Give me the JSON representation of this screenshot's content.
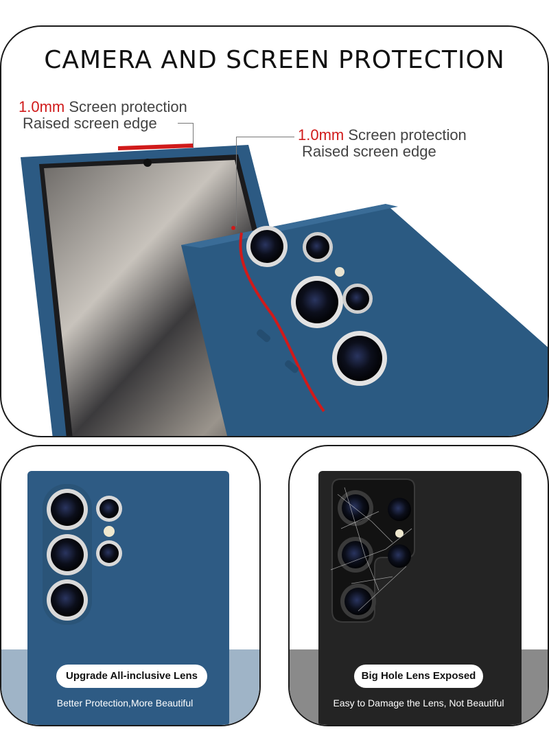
{
  "headline": "CAMERA AND SCREEN PROTECTION",
  "callouts": [
    {
      "value": "1.0mm",
      "line1_rest": " Screen protection",
      "line2": "Raised screen edge"
    },
    {
      "value": "1.0mm",
      "line1_rest": " Screen protection",
      "line2": "Raised screen edge"
    }
  ],
  "comparison": {
    "left": {
      "badge": "Upgrade All-inclusive Lens",
      "caption": "Better Protection,More Beautiful"
    },
    "right": {
      "badge": "Big Hole Lens Exposed",
      "caption": "Easy to Damage the Lens, Not Beautiful"
    }
  },
  "colors": {
    "case_blue": "#2f5d86",
    "accent_red": "#d01a1a",
    "case_black": "#222222"
  }
}
